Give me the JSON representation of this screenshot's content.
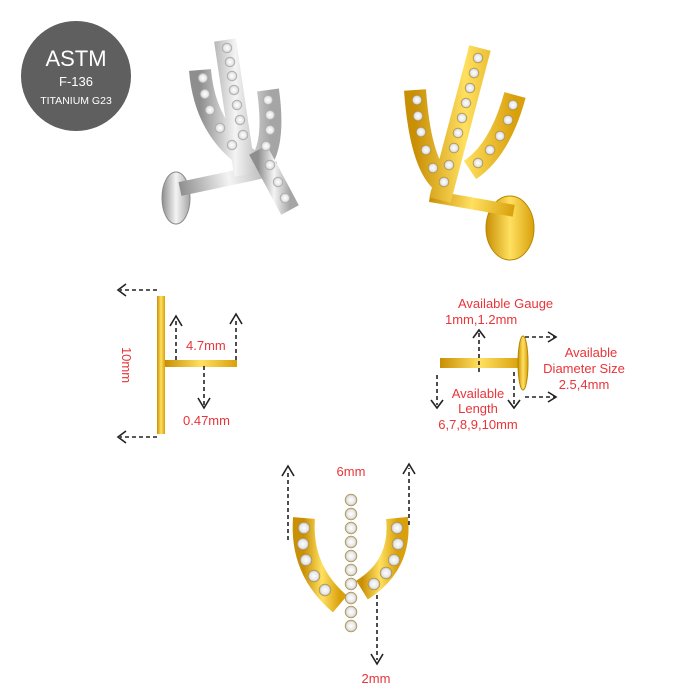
{
  "badge": {
    "line1": "ASTM",
    "line2": "F-136",
    "line3": "TITANIUM G23",
    "color": "#5f5f5f"
  },
  "colors": {
    "gold": "#f2c21a",
    "gold_dark": "#c9960a",
    "silver": "#d8d8d8",
    "silver_dark": "#9a9a9a",
    "label": "#e8343a"
  },
  "side_view": {
    "height": "10mm",
    "top_length": "4.7mm",
    "thickness": "0.47mm"
  },
  "post_view": {
    "gauge_title": "Available Gauge",
    "gauge_values": "1mm,1.2mm",
    "diameter_title_1": "Available",
    "diameter_title_2": "Diameter Size",
    "diameter_values": "2.5,4mm",
    "length_title_1": "Available",
    "length_title_2": "Length",
    "length_values": "6,7,8,9,10mm"
  },
  "front_view": {
    "width": "6mm",
    "depth": "2mm"
  }
}
